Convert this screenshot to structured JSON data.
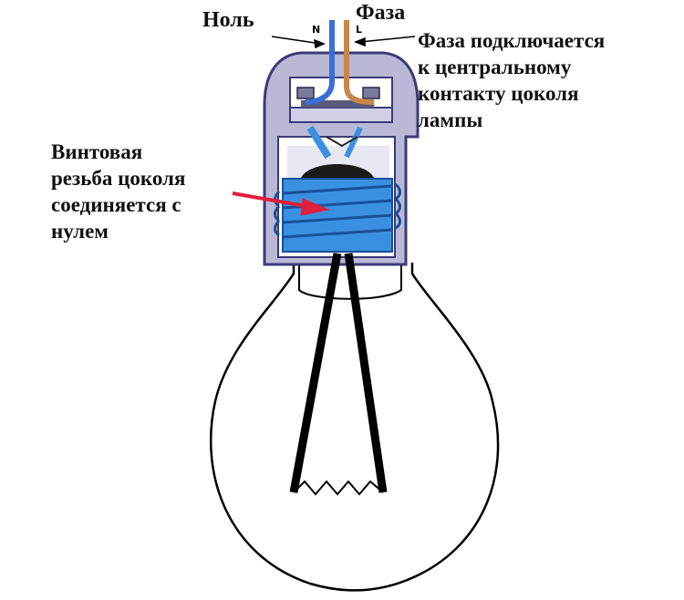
{
  "labels": {
    "neutral": "Ноль",
    "phase": "Фаза",
    "wire_n": "N",
    "wire_l": "L",
    "phase_note": [
      "Фаза подключается",
      "к центральному",
      "контакту цоколя",
      "лампы"
    ],
    "thread_note": [
      "Винтовая",
      "резьба цоколя",
      "соединяется с",
      "нулем"
    ]
  },
  "colors": {
    "socket_fill": "#b9b9d6",
    "socket_stroke": "#3b3b7a",
    "thread_blue": "#3b8fe0",
    "neutral_wire": "#3a6fd6",
    "phase_wire": "#c8874a",
    "arrow_red": "#e0203a"
  }
}
